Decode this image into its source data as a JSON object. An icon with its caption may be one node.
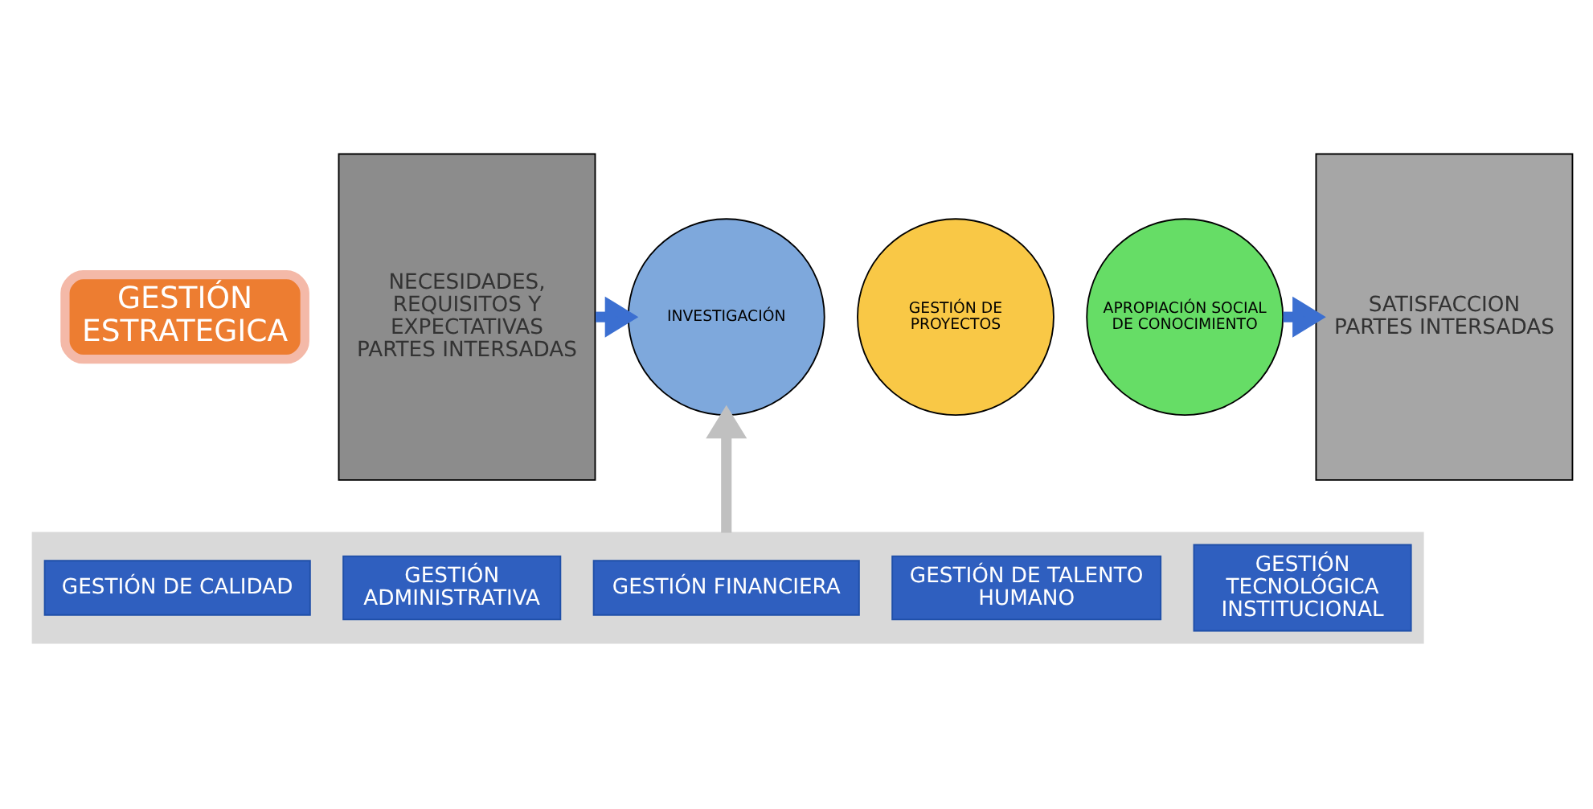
{
  "diagram": {
    "nodes": [
      {
        "text": [
          "GESTIÓN ESTRATEGICA"
        ]
      },
      {
        "text": [
          "NECESIDADES, REQUISITOS Y EXPECTATIVAS PARTES INTERSADAS"
        ]
      },
      {
        "text": [
          "GESTIÓN DE PROYECTOS"
        ]
      },
      {
        "text": [
          "INVESTIGACIÓN"
        ]
      },
      {
        "text": [
          "APROPIACIÓN SOCIAL DE CONOCIMIENTO"
        ]
      },
      {
        "text": [
          "SATISFACCION PARTES INTERSADAS"
        ]
      },
      {
        "text": [],
        "shape": "box"
      },
      {
        "text": [
          "GESTIÓN DE CALIDAD"
        ],
        "in": 6
      },
      {
        "text": [
          "GESTIÓN ADMINISTRATIVA"
        ],
        "in": 6
      },
      {
        "text": [
          "GESTIÓN FINANCIERA"
        ],
        "in": 6
      },
      {
        "text": [
          "GESTIÓN DE TALENTO HUMANO"
        ],
        "in": 6
      },
      {
        "text": [
          "GESTIÓN TECNOLÓGICA INSTITUCIONAL"
        ],
        "in": 6
      }
    ],
    "edges": [
      {
        "from": 1,
        "to": 3,
        "arrow": "to"
      },
      {
        "from": 4,
        "to": 5,
        "arrow": "to"
      },
      {
        "from": 6,
        "to": 3,
        "arrow": "to",
        "color": "#c0c0c0"
      }
    ]
  }
}
